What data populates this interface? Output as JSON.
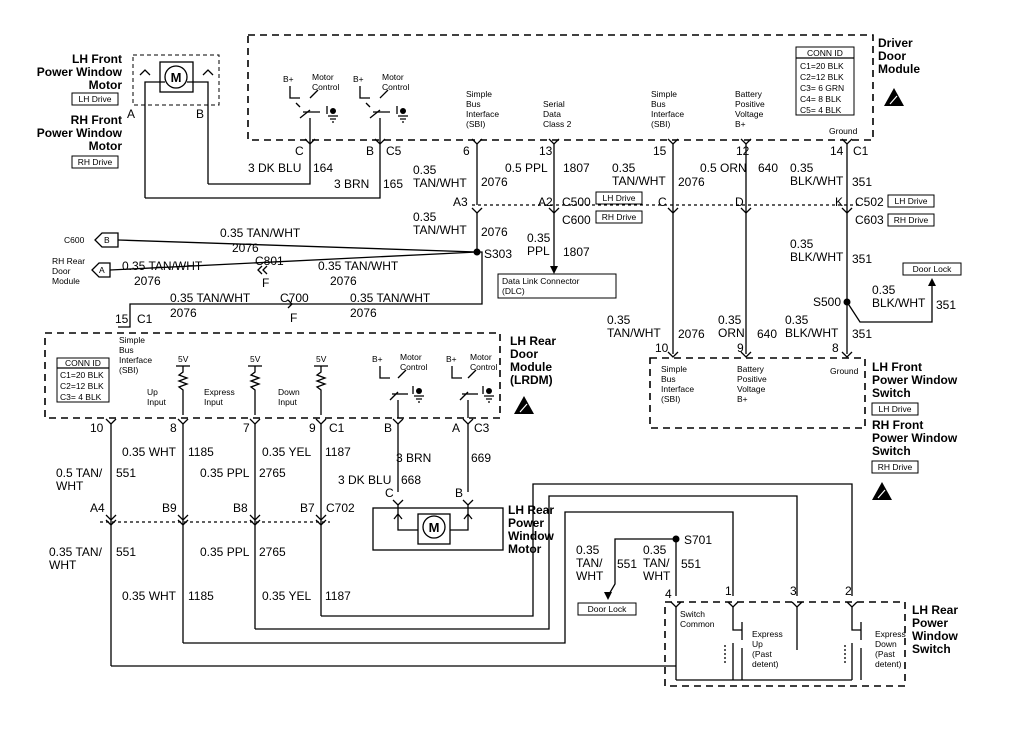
{
  "modules": {
    "lh_front_motor": "LH Front\nPower Window\nMotor",
    "rh_front_motor": "RH Front\nPower Window\nMotor",
    "driver_door_module": "Driver\nDoor\nModule",
    "lrdm": "LH Rear\nDoor\nModule\n(LRDM)",
    "lh_rear_motor": "LH Rear\nPower\nWindow\nMotor",
    "lh_front_switch": "LH Front\nPower Window\nSwitch",
    "rh_front_switch": "RH Front\nPower Window\nSwitch",
    "lh_rear_switch": "LH Rear\nPower\nWindow\nSwitch",
    "rh_rear_door_module": "RH Rear\nDoor\nModule",
    "dlc": "Data Link Connector\n(DLC)"
  },
  "tags": {
    "lh_drive": "LH Drive",
    "rh_drive": "RH Drive",
    "door_lock": "Door Lock"
  },
  "conn_id_driver": {
    "title": "CONN ID",
    "rows": [
      "C1=20 BLK",
      "C2=12 BLK",
      "C3= 6 GRN",
      "C4= 8 BLK",
      "C5= 4 BLK"
    ]
  },
  "conn_id_lrdm": {
    "title": "CONN ID",
    "rows": [
      "C1=20 BLK",
      "C2=12 BLK",
      "C3= 4 BLK"
    ]
  },
  "pin_labels": {
    "bplus": "B+",
    "motor_control": "Motor\nControl",
    "sbi": "Simple\nBus\nInterface\n(SBI)",
    "serial_data": "Serial\nData\nClass 2",
    "battery_positive": "Battery\nPositive\nVoltage\nB+",
    "ground": "Ground",
    "five_v": "5V",
    "up_input": "Up\nInput",
    "express_input": "Express\nInput",
    "down_input": "Down\nInput",
    "switch_common": "Switch\nCommon",
    "express_up": "Express\nUp\n(Past\ndetent)",
    "express_down": "Express\nDown\n(Past\ndetent)",
    "motor_symbol": "M"
  },
  "connectors": {
    "A": "A",
    "B": "B",
    "C": "C",
    "D": "D",
    "F": "F",
    "K": "K",
    "C1": "C1",
    "C5": "C5",
    "C3": "C3",
    "C500": "C500",
    "C502": "C502",
    "C600": "C600",
    "C603": "C603",
    "C700": "C700",
    "C702": "C702",
    "C801": "C801",
    "A2": "A2",
    "A3": "A3",
    "A4": "A4",
    "B7": "B7",
    "B8": "B8",
    "B9": "B9",
    "S303": "S303",
    "S500": "S500",
    "S701": "S701",
    "p1": "1",
    "p2": "2",
    "p3": "3",
    "p4": "4",
    "p6": "6",
    "p7": "7",
    "p8": "8",
    "p9": "9",
    "p10": "10",
    "p12": "12",
    "p13": "13",
    "p14": "14",
    "p15": "15"
  },
  "wires": {
    "dkblu_3": "3 DK BLU",
    "c164": "164",
    "brn_3": "3 BRN",
    "c165": "165",
    "tanwht_035": "0.35\nTAN/WHT",
    "tanwht_035_inline": "0.35 TAN/WHT",
    "c2076": "2076",
    "ppl_05": "0.5 PPL",
    "c1807": "1807",
    "ppl_035": "0.35\nPPL",
    "orn_05": "0.5  ORN",
    "orn_035": "0.35\nORN",
    "c640": "640",
    "blkwht_035": "0.35\nBLK/WHT",
    "c351": "351",
    "wht_035": "0.35 WHT",
    "c1185": "1185",
    "yel_035": "0.35 YEL",
    "c1187": "1187",
    "tanwht_05": "0.5 TAN/\nWHT",
    "tanwht_035b": "0.35 TAN/\nWHT",
    "tanwht_stack": "0.35\nTAN/\nWHT",
    "c551": "551",
    "ppl_035_inline": "0.35 PPL",
    "c2765": "2765",
    "dkblu_3_rear": "3 DK BLU",
    "c668": "668",
    "brn_3_rear": "3 BRN",
    "c669": "669"
  }
}
